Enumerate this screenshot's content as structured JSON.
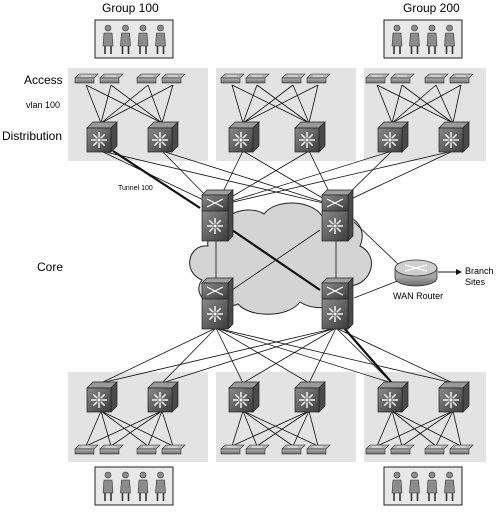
{
  "labels": {
    "group_left": "Group 100",
    "group_right": "Group 200",
    "access": "Access",
    "vlan": "vlan 100",
    "distribution": "Distribution",
    "tunnel": "Tunnel 100",
    "core": "Core",
    "wan_router": "WAN Router",
    "branch": "Branch\nSites"
  },
  "colors": {
    "panel": "#e3e3e3",
    "device_dark": "#5e5e5e",
    "device_light": "#9a9a9a",
    "cloud": "#d4d4d4",
    "user_box": "#e8e8e8",
    "person": "#8c8c8c",
    "line": "#111111"
  },
  "icons": {
    "access_switch": "access-switch-icon",
    "layer3_switch": "layer3-switch-icon",
    "core_switch": "core-switch-icon",
    "router": "router-icon",
    "cloud": "cloud-icon",
    "person": "person-icon"
  }
}
